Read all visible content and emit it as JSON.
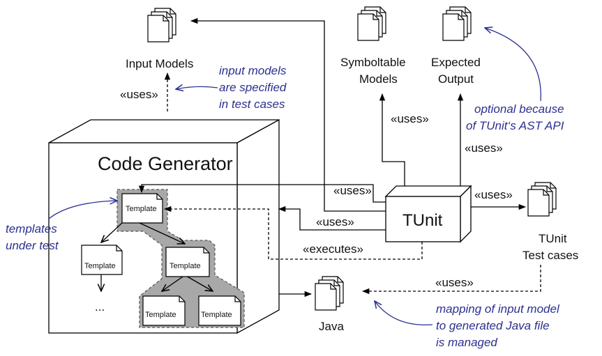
{
  "nodes": {
    "input_models": "Input Models",
    "symboltable_line1": "Symboltable",
    "symboltable_line2": "Models",
    "expected_line1": "Expected",
    "expected_line2": "Output",
    "code_generator": "Code Generator",
    "tunit": "TUnit",
    "tunit_tests_line1": "TUnit",
    "tunit_tests_line2": "Test cases",
    "java": "Java",
    "template": "Template",
    "ellipsis": "..."
  },
  "edges": {
    "uses": "«uses»",
    "executes": "«executes»"
  },
  "notes": {
    "input_models": [
      "input models",
      "are specified",
      "in test cases"
    ],
    "optional": [
      "optional because",
      "of TUnit‘s AST API"
    ],
    "templates": [
      "templates",
      "under test"
    ],
    "mapping": [
      "mapping of input model",
      "to generated Java file",
      "is managed"
    ]
  },
  "colors": {
    "note_text": "#2b2f8f",
    "highlight": "#a8a8a8"
  }
}
